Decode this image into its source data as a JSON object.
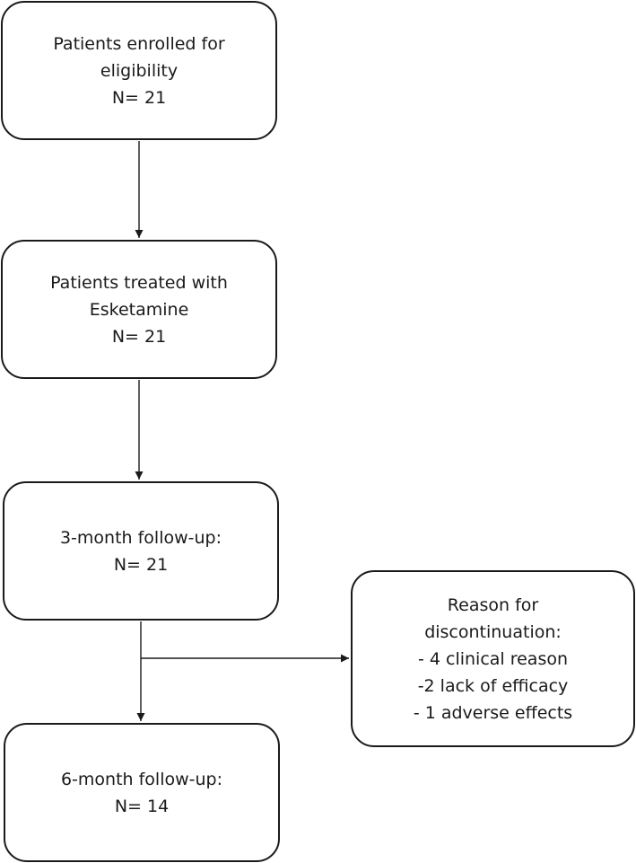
{
  "diagram": {
    "nodes": [
      {
        "id": "enrolled",
        "lines": [
          "Patients enrolled for",
          "eligibility",
          "N= 21"
        ]
      },
      {
        "id": "treated",
        "lines": [
          "Patients treated with",
          "Esketamine",
          "N= 21"
        ]
      },
      {
        "id": "followup-3m",
        "lines": [
          "3-month follow-up:",
          "N= 21"
        ]
      },
      {
        "id": "followup-6m",
        "lines": [
          "6-month follow-up:",
          "N= 14"
        ]
      },
      {
        "id": "discontinuation",
        "lines": [
          "Reason for",
          "discontinuation:",
          "- 4 clinical reason",
          "-2 lack of efficacy",
          "- 1 adverse effects"
        ]
      }
    ],
    "edges": [
      {
        "from": "enrolled",
        "to": "treated"
      },
      {
        "from": "treated",
        "to": "followup-3m"
      },
      {
        "from": "followup-3m",
        "to": "followup-6m"
      },
      {
        "from": "followup-3m",
        "to": "discontinuation"
      }
    ],
    "colors": {
      "stroke": "#1a1a1a",
      "background": "#ffffff"
    }
  }
}
